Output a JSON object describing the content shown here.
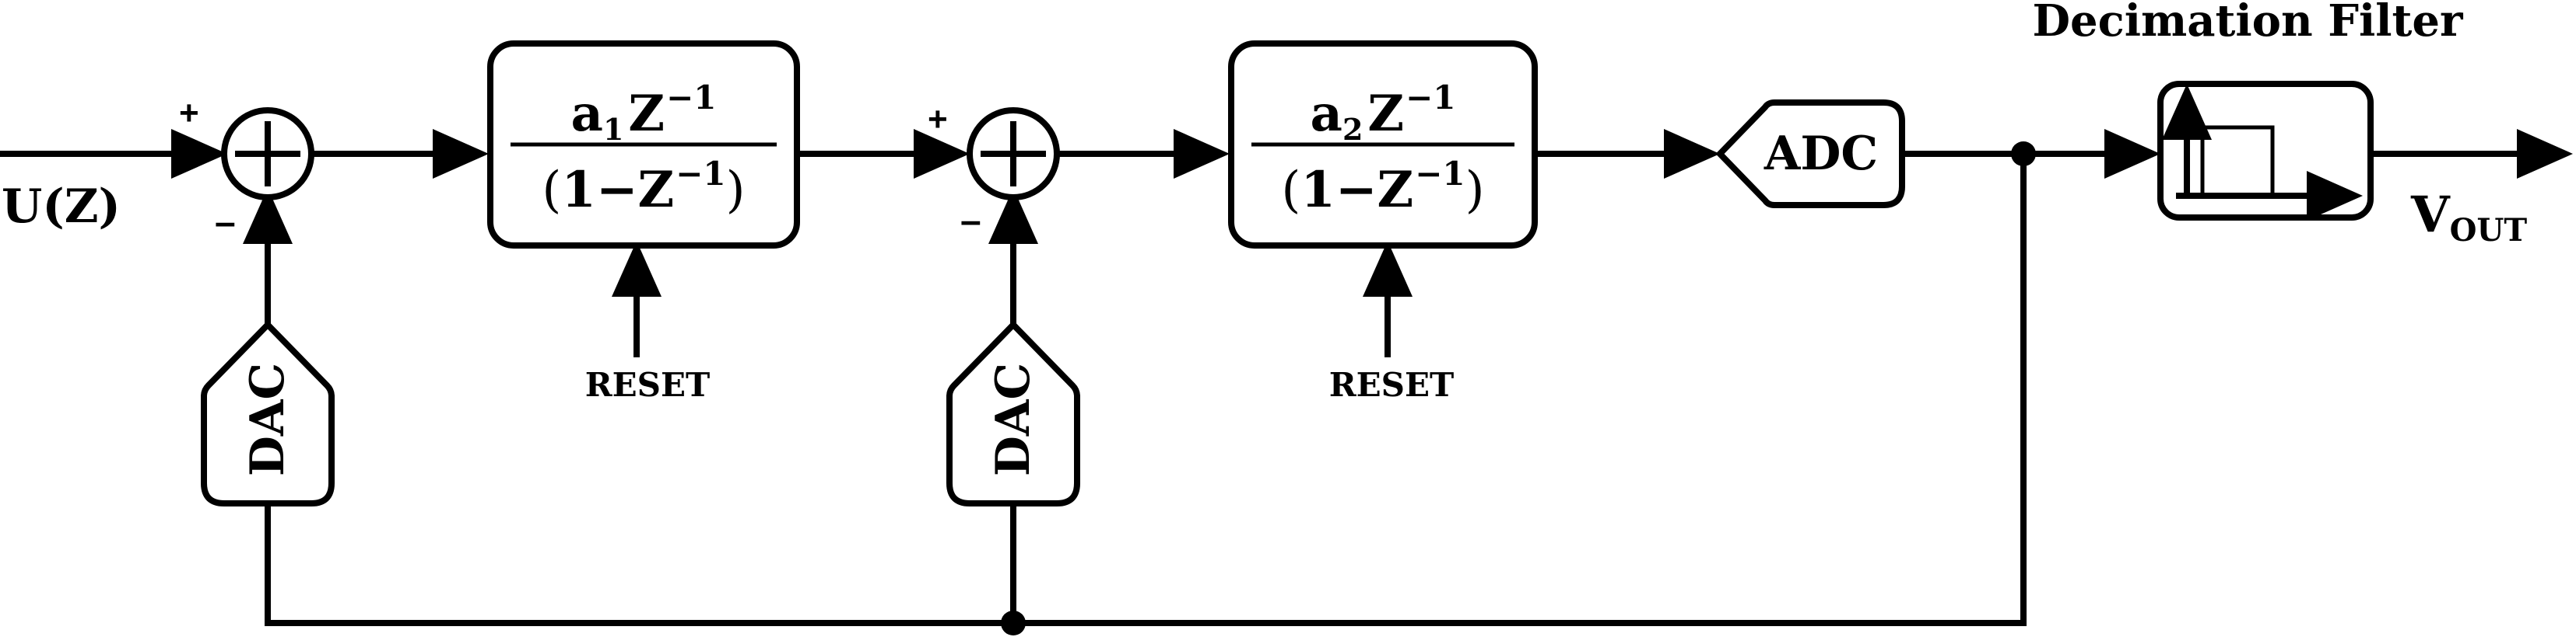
{
  "input_label": "U(Z)",
  "output_label": {
    "main": "V",
    "subscript": "OUT"
  },
  "decimation_title": "Decimation Filter",
  "sum1": {
    "plus": "+",
    "minus": "–"
  },
  "sum2": {
    "plus": "+",
    "minus": "–"
  },
  "integrator1": {
    "coef": "a",
    "coef_sub": "1",
    "var": "Z",
    "exp": "−1",
    "den_open": "(",
    "den_one": "1",
    "den_minus": "−",
    "den_var": "Z",
    "den_exp": "−1",
    "den_close": ")"
  },
  "integrator2": {
    "coef": "a",
    "coef_sub": "2",
    "var": "Z",
    "exp": "−1",
    "den_open": "(",
    "den_one": "1",
    "den_minus": "−",
    "den_var": "Z",
    "den_exp": "−1",
    "den_close": ")"
  },
  "reset1": "RESET",
  "reset2": "RESET",
  "adc_label": "ADC",
  "dac1_label": "DAC",
  "dac2_label": "DAC"
}
